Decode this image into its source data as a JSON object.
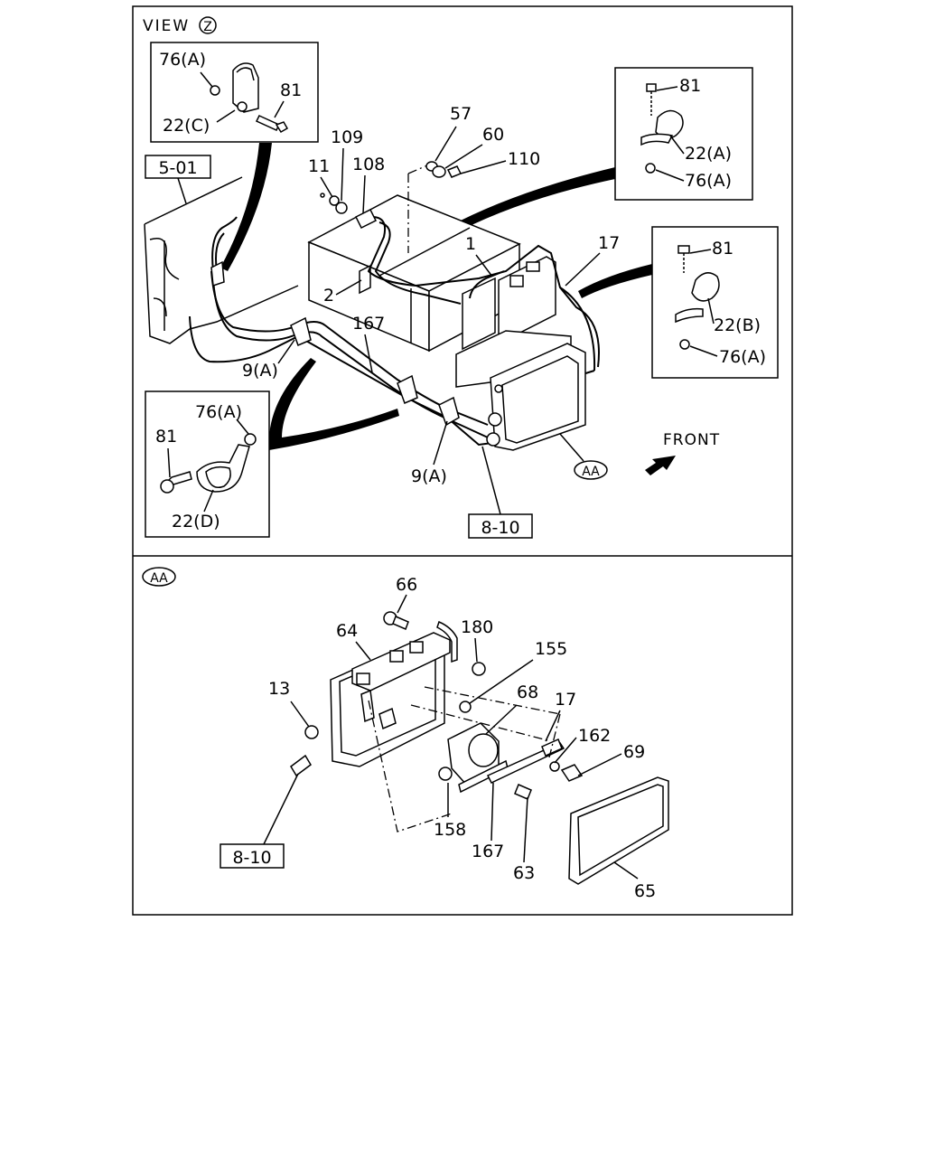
{
  "top_panel": {
    "view_label": "VIEW",
    "view_letter": "Z",
    "ref_5_01": "5-01",
    "ref_8_10": "8-10",
    "front_label": "FRONT",
    "aa_marker": "AA",
    "insets": {
      "c": {
        "l76": "76(A)",
        "l81": "81",
        "l22": "22(C)"
      },
      "a": {
        "l81": "81",
        "l22": "22(A)",
        "l76": "76(A)"
      },
      "b": {
        "l81": "81",
        "l22": "22(B)",
        "l76": "76(A)"
      },
      "d": {
        "l76": "76(A)",
        "l81": "81",
        "l22": "22(D)"
      }
    },
    "callouts": {
      "p57": "57",
      "p60": "60",
      "p110": "110",
      "p109": "109",
      "p108": "108",
      "p11": "11",
      "p1": "1",
      "p17": "17",
      "p2": "2",
      "p167": "167",
      "p9a_left": "9(A)",
      "p9a_bottom": "9(A)"
    }
  },
  "bottom_panel": {
    "aa_marker": "AA",
    "ref_8_10": "8-10",
    "callouts": {
      "p66": "66",
      "p64": "64",
      "p180": "180",
      "p155": "155",
      "p13": "13",
      "p68": "68",
      "p17": "17",
      "p162": "162",
      "p69": "69",
      "p158": "158",
      "p167": "167",
      "p63": "63",
      "p65": "65"
    }
  }
}
